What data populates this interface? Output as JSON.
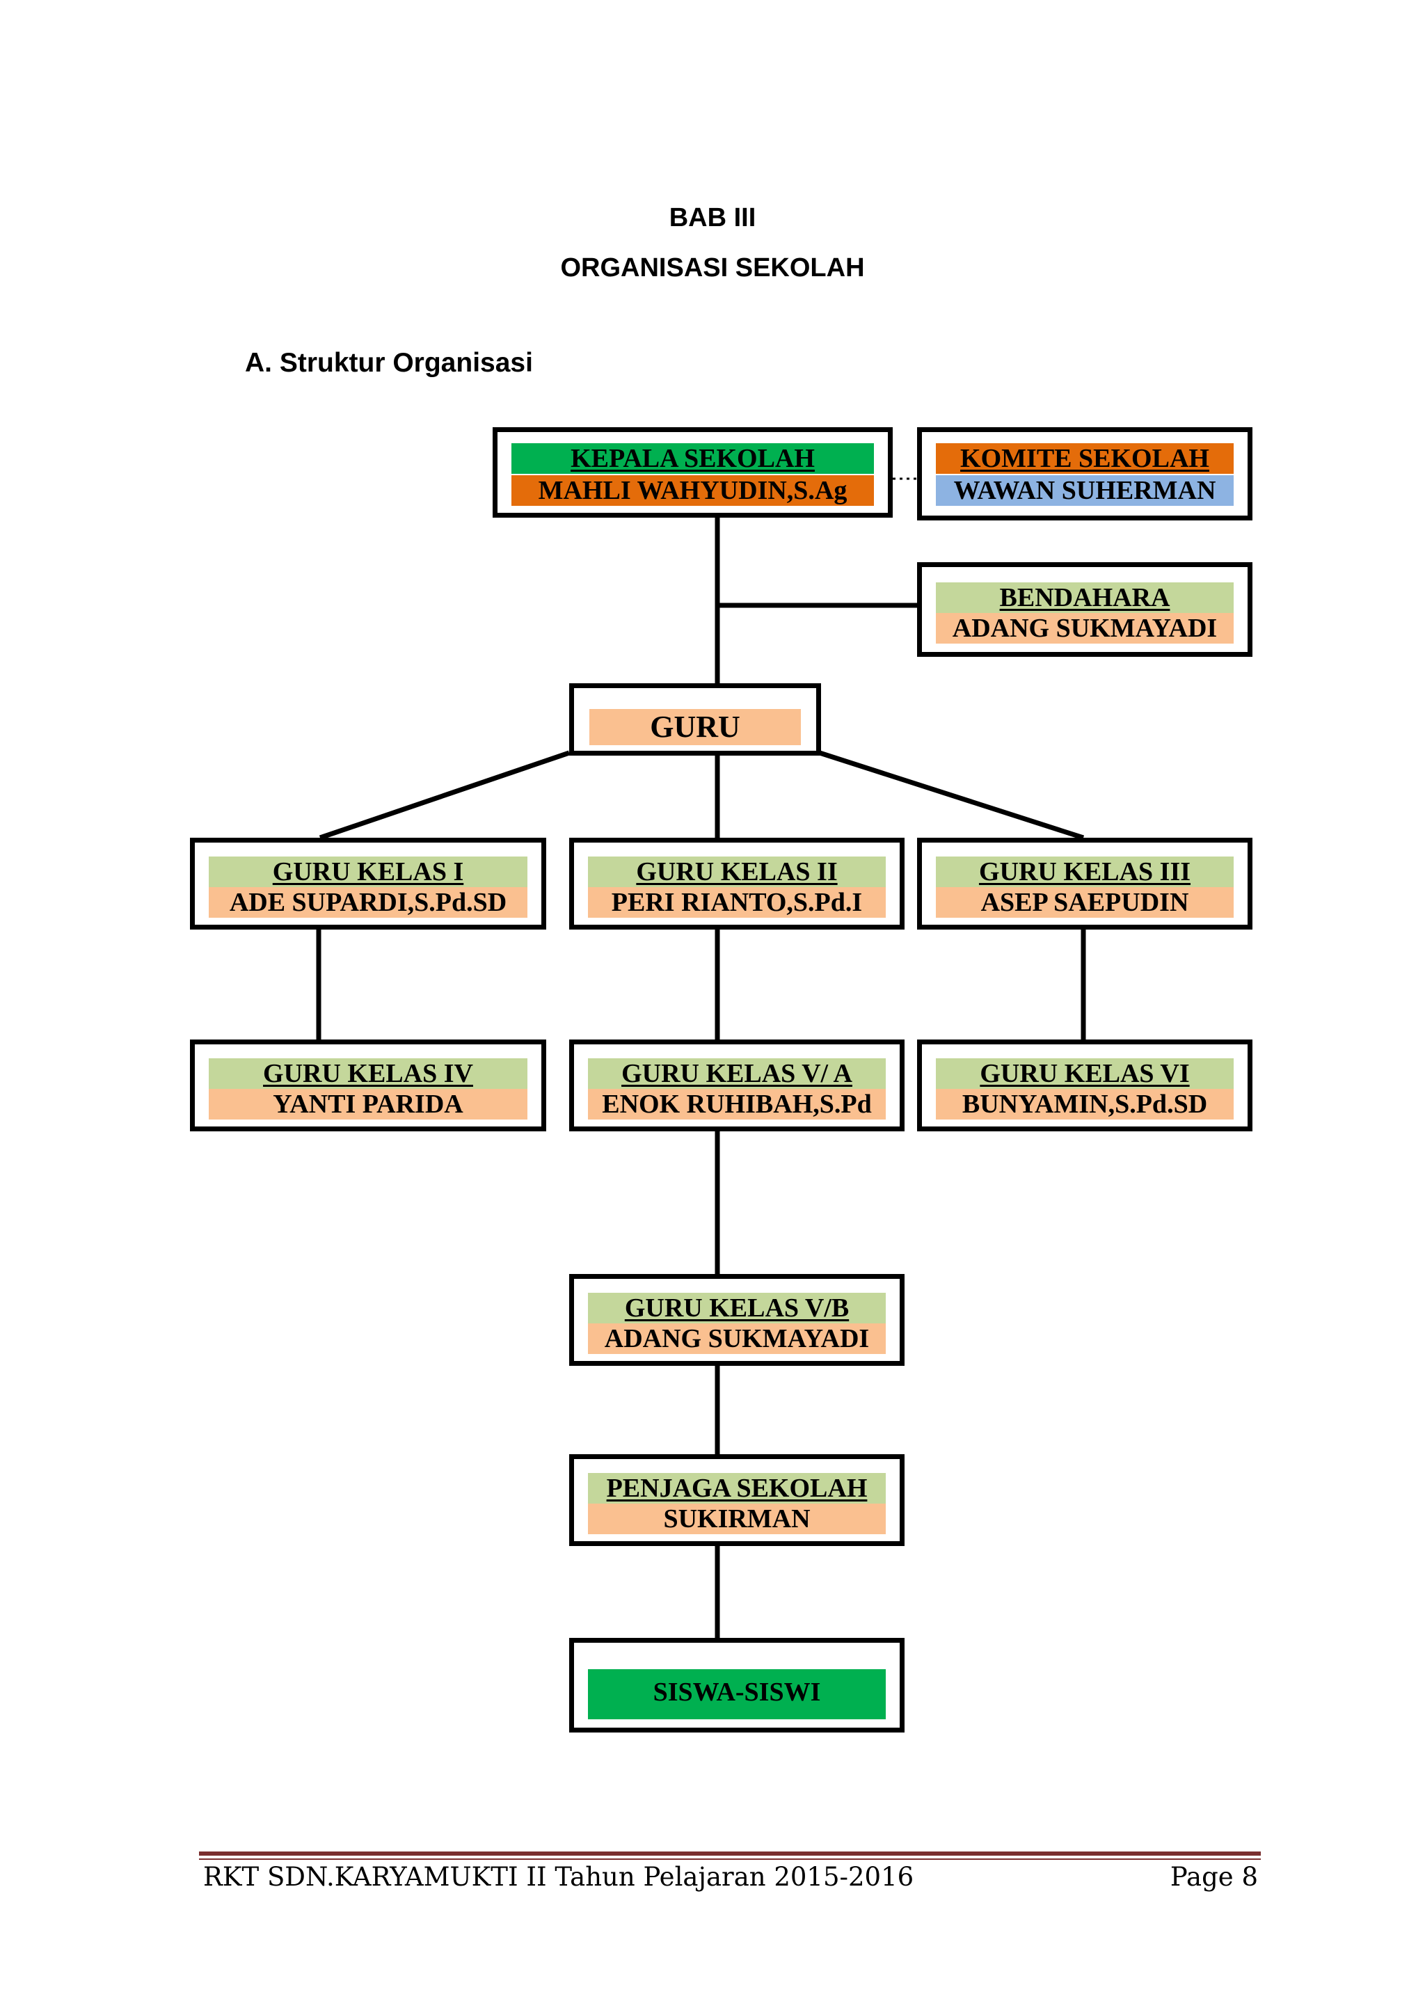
{
  "heading": {
    "chapter": "BAB III",
    "title": "ORGANISASI SEKOLAH",
    "section": "A.  Struktur Organisasi"
  },
  "colors": {
    "green": "#00b050",
    "orange": "#e46c0a",
    "blue": "#8db3e2",
    "light_green": "#c4d79b",
    "peach": "#fac090",
    "footer_rule": "#7a2f2f"
  },
  "org": {
    "kepala": {
      "role": "KEPALA  SEKOLAH",
      "name": "MAHLI WAHYUDIN,S.Ag"
    },
    "komite": {
      "role": "KOMITE SEKOLAH",
      "name": "WAWAN SUHERMAN"
    },
    "bendahara": {
      "role": "BENDAHARA",
      "name": "ADANG SUKMAYADI"
    },
    "guru": {
      "label": "GURU"
    },
    "kelas1": {
      "role": "GURU KELAS  I",
      "name": "ADE SUPARDI,S.Pd.SD"
    },
    "kelas2": {
      "role": "GURU KELAS  II",
      "name": "PERI RIANTO,S.Pd.I"
    },
    "kelas3": {
      "role": "GURU KELAS  III",
      "name": "ASEP SAEPUDIN"
    },
    "kelas4": {
      "role": "GURU KELAS  IV",
      "name": "YANTI  PARIDA"
    },
    "kelas5a": {
      "role": "GURU KELAS  V/ A",
      "name": "ENOK RUHIBAH,S.Pd"
    },
    "kelas6": {
      "role": "GURU KELAS  VI",
      "name": "BUNYAMIN,S.Pd.SD"
    },
    "kelas5b": {
      "role": "GURU KELAS  V/B",
      "name": "ADANG SUKMAYADI"
    },
    "penjaga": {
      "role": "PENJAGA  SEKOLAH",
      "name": "SUKIRMAN"
    },
    "siswa": {
      "label": "SISWA-SISWI"
    }
  },
  "footer": {
    "left": "RKT SDN.KARYAMUKTI II Tahun Pelajaran 2015-2016",
    "right": "Page 8"
  }
}
